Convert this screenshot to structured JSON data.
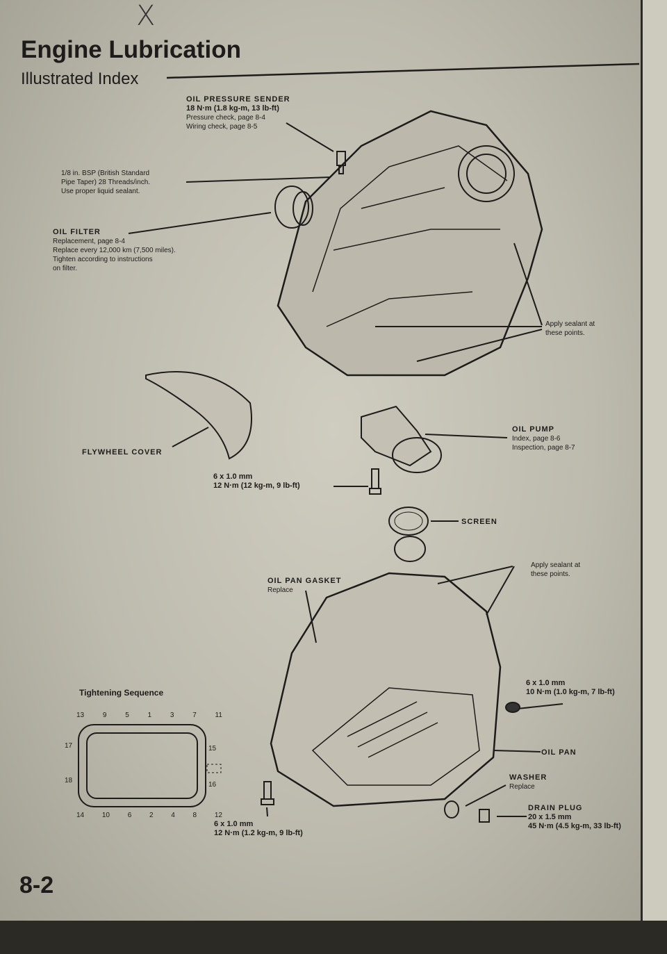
{
  "page": {
    "title": "Engine Lubrication",
    "subtitle": "Illustrated Index",
    "page_number": "8-2",
    "handwritten_mark": "X"
  },
  "callouts": {
    "oil_pressure_sender": {
      "title": "OIL PRESSURE SENDER",
      "torque": "18 N·m (1.8 kg-m, 13 lb-ft)",
      "lines": [
        "Pressure check, page 8-4",
        "Wiring check, page 8-5"
      ]
    },
    "bsp": {
      "lines": [
        "1/8 in. BSP (British Standard",
        "Pipe Taper) 28 Threads/inch.",
        "Use proper liquid sealant."
      ]
    },
    "oil_filter": {
      "title": "OIL FILTER",
      "lines": [
        "Replacement, page 8-4",
        "Replace every 12,000 km (7,500 miles).",
        "Tighten according to instructions",
        "on filter."
      ]
    },
    "sealant_top": {
      "lines": [
        "Apply sealant at",
        "these points."
      ]
    },
    "flywheel_cover": {
      "title": "FLYWHEEL COVER"
    },
    "oil_pump": {
      "title": "OIL PUMP",
      "lines": [
        "Index, page 8-6",
        "Inspection, page 8-7"
      ]
    },
    "pump_bolt": {
      "lines": [
        "6 x 1.0 mm",
        "12 N·m (12 kg-m, 9 lb-ft)"
      ]
    },
    "screen": {
      "title": "SCREEN"
    },
    "sealant_pan": {
      "lines": [
        "Apply sealant at",
        "these points."
      ]
    },
    "oil_pan_gasket": {
      "title": "OIL PAN GASKET",
      "note": "Replace"
    },
    "pan_nut": {
      "lines": [
        "6 x 1.0 mm",
        "10 N·m (1.0 kg-m, 7 lb-ft)"
      ]
    },
    "oil_pan": {
      "title": "OIL PAN"
    },
    "washer": {
      "title": "WASHER",
      "note": "Replace"
    },
    "drain_plug": {
      "title": "DRAIN PLUG",
      "lines": [
        "20 x 1.5 mm",
        "45 N·m (4.5 kg-m, 33 lb-ft)"
      ]
    },
    "pan_bolt": {
      "lines": [
        "6 x 1.0 mm",
        "12 N·m (1.2 kg-m, 9 lb-ft)"
      ]
    }
  },
  "tightening": {
    "title": "Tightening Sequence",
    "top": [
      "13",
      "9",
      "5",
      "1",
      "3",
      "7",
      "11"
    ],
    "bottom": [
      "14",
      "10",
      "6",
      "2",
      "4",
      "8",
      "12"
    ],
    "left": [
      "17",
      "18"
    ],
    "right": [
      "15",
      "16"
    ]
  }
}
